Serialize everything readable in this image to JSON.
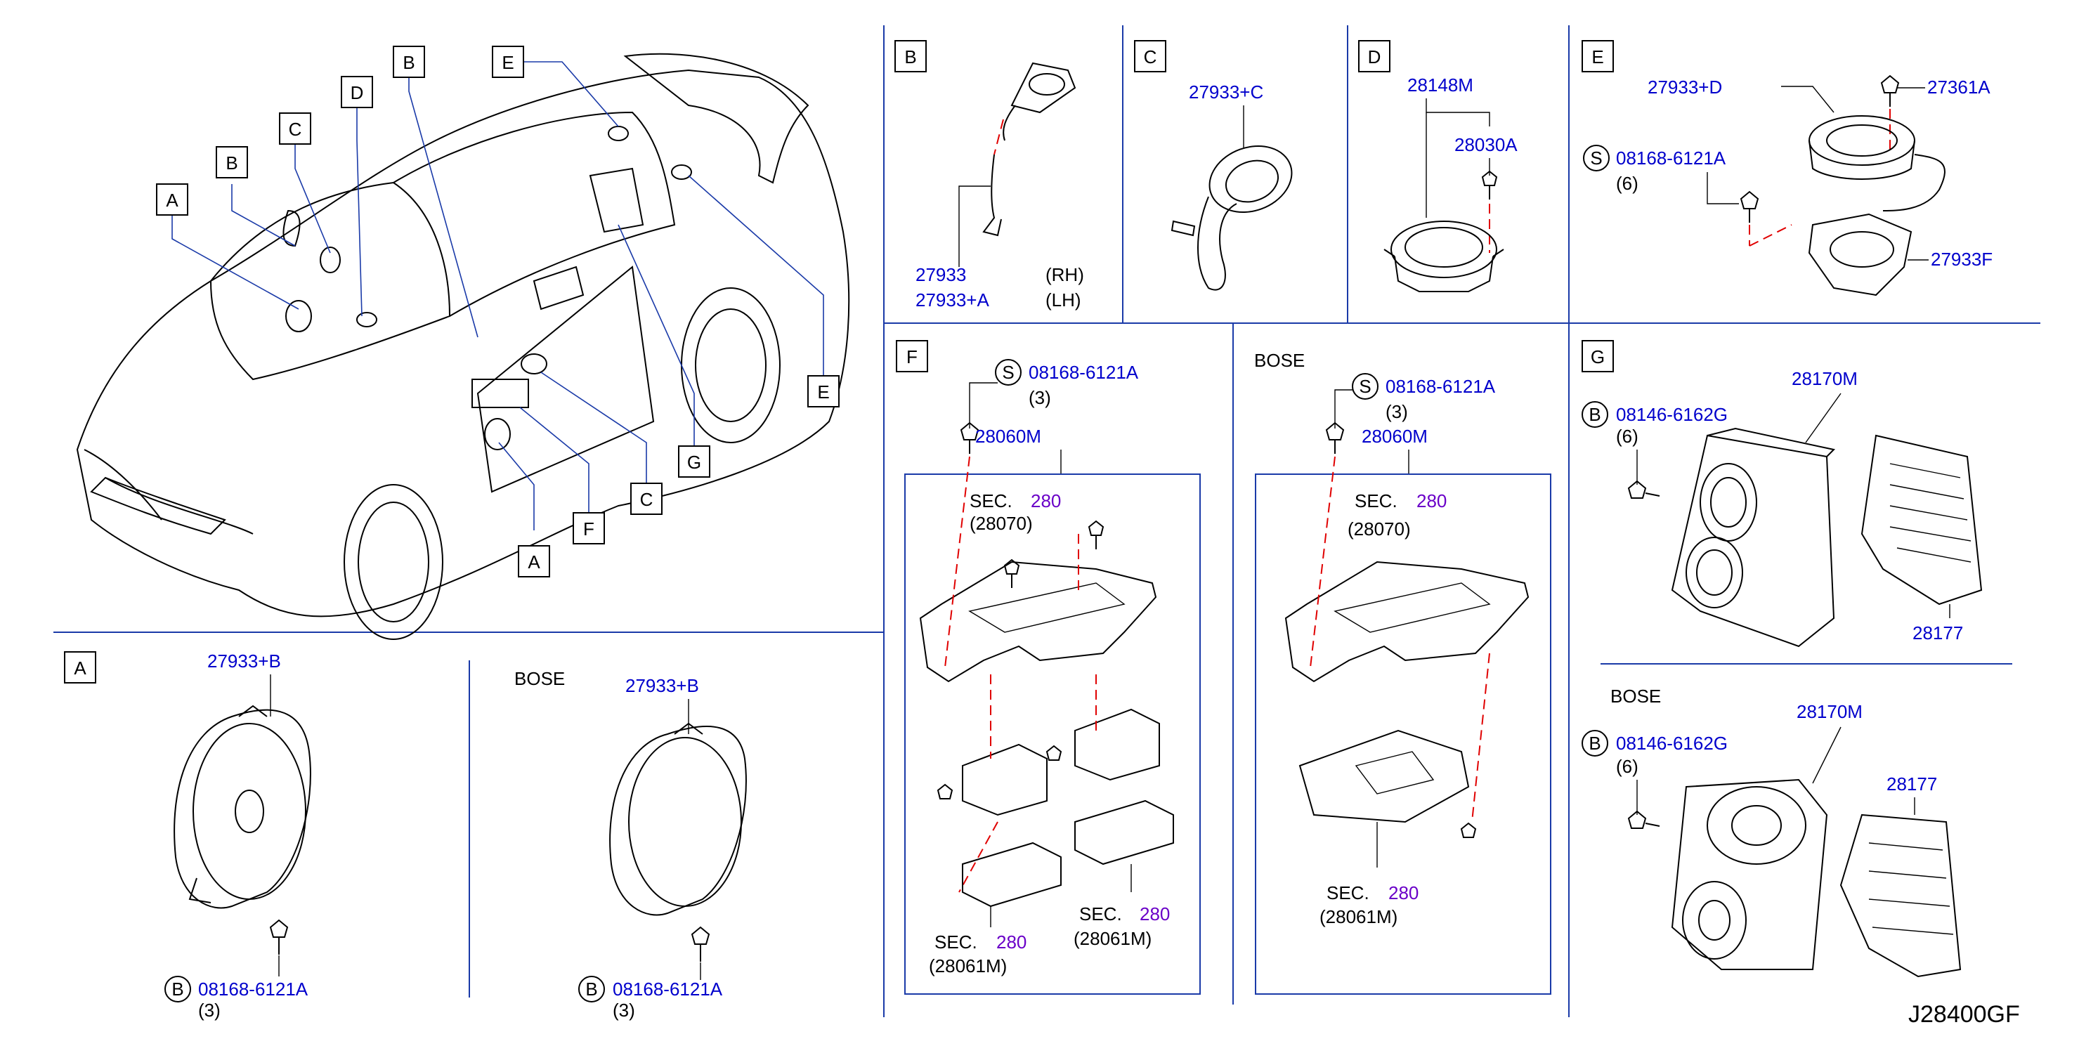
{
  "callouts_overview": [
    "A",
    "B",
    "C",
    "D",
    "E",
    "B",
    "E",
    "A",
    "F",
    "G",
    "C"
  ],
  "views": {
    "A": {
      "letter": "A",
      "bose": "BOSE",
      "part_std": "27933+B",
      "part_bose": "27933+B",
      "bolt_mark": "B",
      "bolt": "08168-6121A",
      "qty": "(3)"
    },
    "B": {
      "letter": "B",
      "part1": "27933",
      "part2": "27933+A",
      "rh": "(RH)",
      "lh": "(LH)"
    },
    "C": {
      "letter": "C",
      "part": "27933+C"
    },
    "D": {
      "letter": "D",
      "part1": "28148M",
      "part2": "28030A"
    },
    "E": {
      "letter": "E",
      "part1": "27933+D",
      "part2": "27361A",
      "bolt_mark": "S",
      "bolt": "08168-6121A",
      "qty": "(6)",
      "part3": "27933F"
    },
    "F": {
      "letter": "F",
      "bose": "BOSE",
      "bolt_mark": "S",
      "bolt": "08168-6121A",
      "qty": "(3)",
      "bracket": "28060M",
      "sec": "SEC.",
      "sec_num": "280",
      "sub1": "(28070)",
      "sub2": "(28061M)"
    },
    "G": {
      "letter": "G",
      "bose": "BOSE",
      "bolt_mark": "B",
      "bolt": "08146-6162G",
      "qty": "(6)",
      "box": "28170M",
      "amp": "28177"
    }
  },
  "diagram_code": "J28400GF"
}
